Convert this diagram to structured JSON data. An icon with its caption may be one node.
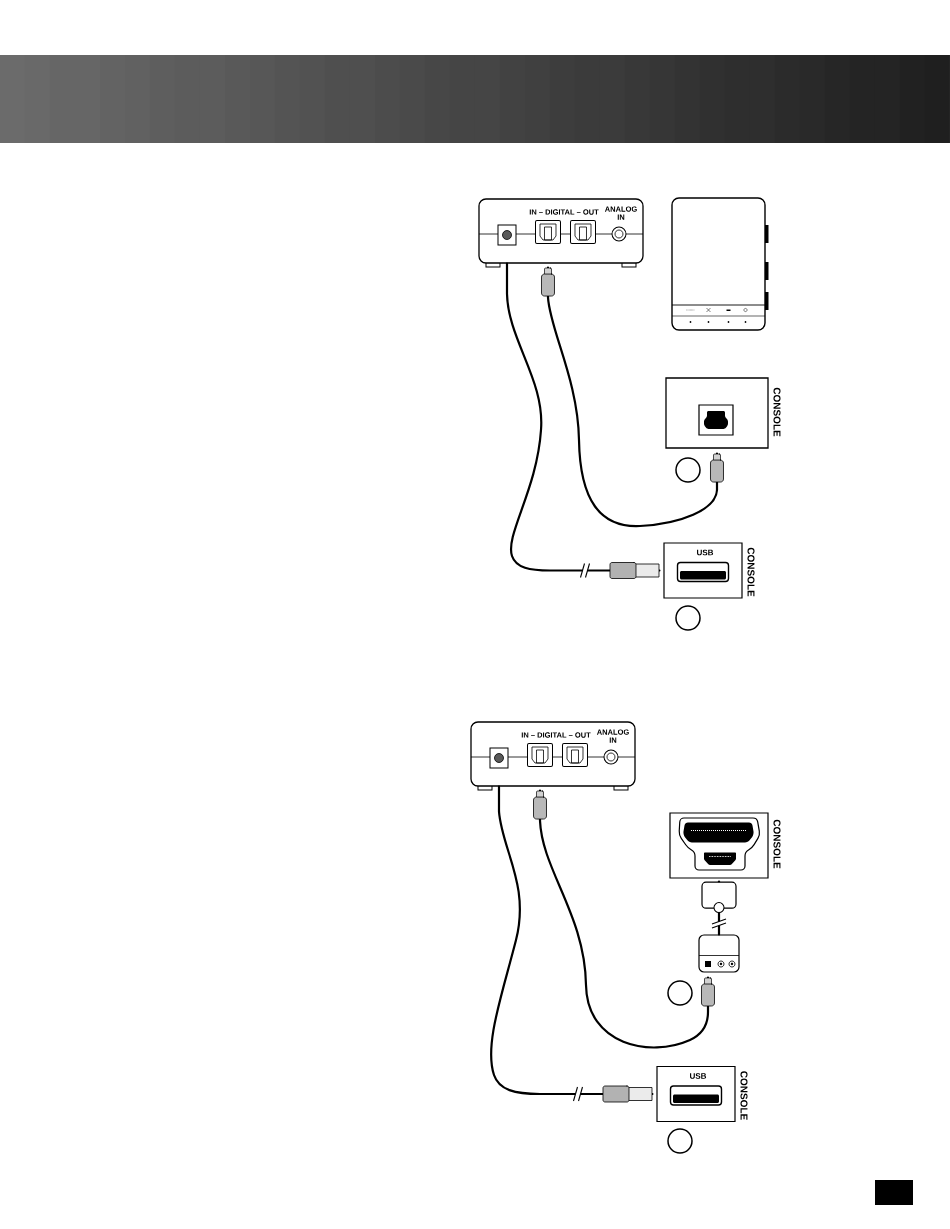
{
  "diagram": {
    "nodes": [
      {
        "text": [
          "IN – DIGITAL – OUT",
          "ANALOG IN"
        ]
      },
      {
        "text": [],
        "shape": "picture"
      },
      {
        "text": [
          "CONSOLE"
        ]
      },
      {
        "text": [
          "USB",
          "CONSOLE"
        ]
      },
      {
        "text": [
          "IN – DIGITAL – OUT",
          "ANALOG IN"
        ]
      },
      {
        "text": [
          "CONSOLE"
        ]
      },
      {
        "text": [],
        "shape": "picture"
      },
      {
        "text": [
          "USB",
          "CONSOLE"
        ]
      }
    ],
    "edges": [
      {
        "from": 0,
        "to": 2,
        "arrow": "other"
      },
      {
        "from": 0,
        "to": 3,
        "arrow": "other"
      },
      {
        "from": 4,
        "to": 6,
        "arrow": "other"
      },
      {
        "from": 6,
        "to": 5,
        "arrow": "none"
      },
      {
        "from": 4,
        "to": 7,
        "arrow": "other"
      }
    ]
  }
}
